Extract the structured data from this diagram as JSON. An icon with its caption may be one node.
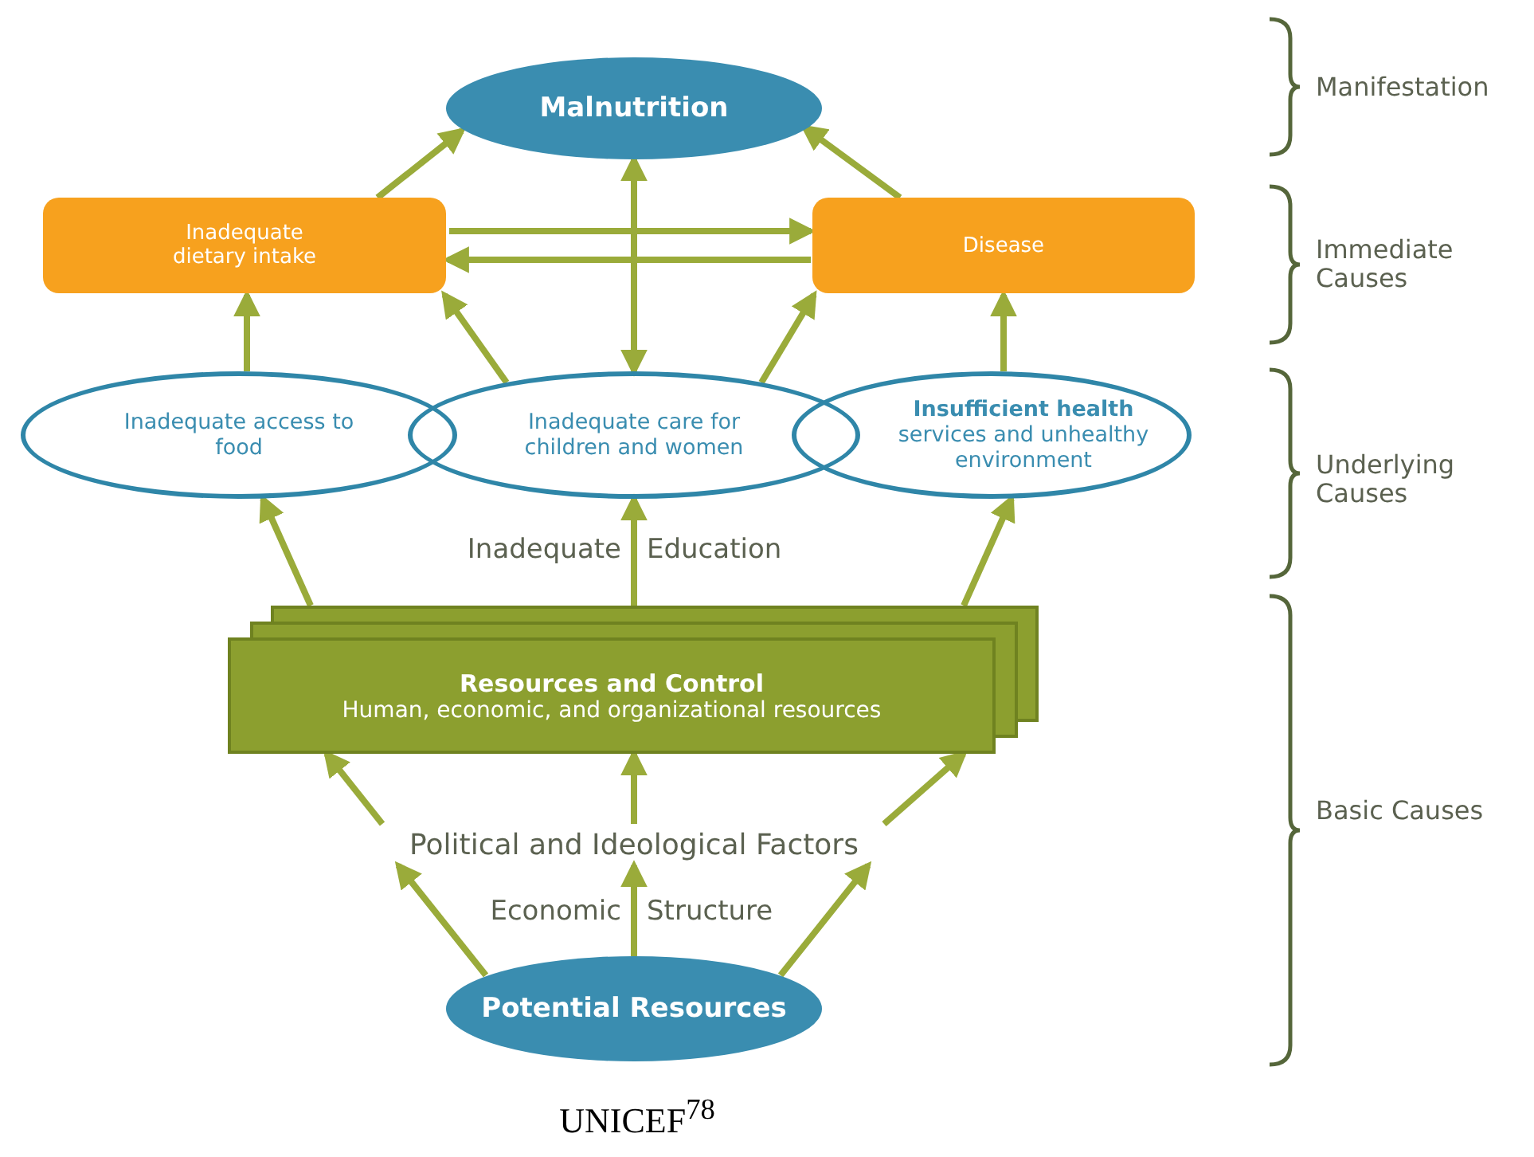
{
  "diagram": {
    "caption": "UNICEF$^{78}$",
    "nodes": [
      {
        "text": [
          "Malnutrition"
        ]
      },
      {
        "text": [
          "Inadequate dietary intake"
        ]
      },
      {
        "text": [
          "Disease"
        ]
      },
      {
        "text": [
          "Inadequate access to food"
        ]
      },
      {
        "text": [
          "Inadequate care for children and women"
        ]
      },
      {
        "text": [
          "**Insufficient health** services and unhealthy environment"
        ]
      },
      {
        "text": [
          "Resources and Control",
          "Human, economic, and organizational resources"
        ]
      },
      {
        "text": [
          "Potential Resources"
        ]
      },
      {
        "text": [
          "Political and Ideological Factors"
        ]
      }
    ],
    "edges": [
      {
        "from": 1,
        "to": 0,
        "arrow": "to"
      },
      {
        "from": 2,
        "to": 0,
        "arrow": "to"
      },
      {
        "from": 0,
        "to": 4,
        "arrow": "both"
      },
      {
        "from": 1,
        "to": 2,
        "arrow": "to"
      },
      {
        "from": 2,
        "to": 1,
        "arrow": "to"
      },
      {
        "from": 3,
        "to": 1,
        "arrow": "to"
      },
      {
        "from": 4,
        "to": 1,
        "arrow": "to"
      },
      {
        "from": 4,
        "to": 2,
        "arrow": "to"
      },
      {
        "from": 5,
        "to": 2,
        "arrow": "to"
      },
      {
        "from": 6,
        "to": 3,
        "arrow": "to"
      },
      {
        "from": 6,
        "to": 4,
        "arrow": "to"
      },
      {
        "from": 6,
        "to": 5,
        "arrow": "to"
      },
      {
        "from": 7,
        "to": 8,
        "arrow": "to"
      },
      {
        "from": 7,
        "to": 8,
        "arrow": "to"
      },
      {
        "from": 7,
        "to": 8,
        "arrow": "to"
      },
      {
        "from": 8,
        "to": 6,
        "arrow": "to"
      },
      {
        "from": 8,
        "to": 6,
        "arrow": "to"
      },
      {
        "from": 8,
        "to": 6,
        "arrow": "to"
      }
    ],
    "labels": [
      "Manifestation",
      "Immediate Causes",
      "Underlying Causes",
      "Inadequate",
      "Education",
      "Basic Causes",
      "Economic",
      "Structure"
    ]
  }
}
